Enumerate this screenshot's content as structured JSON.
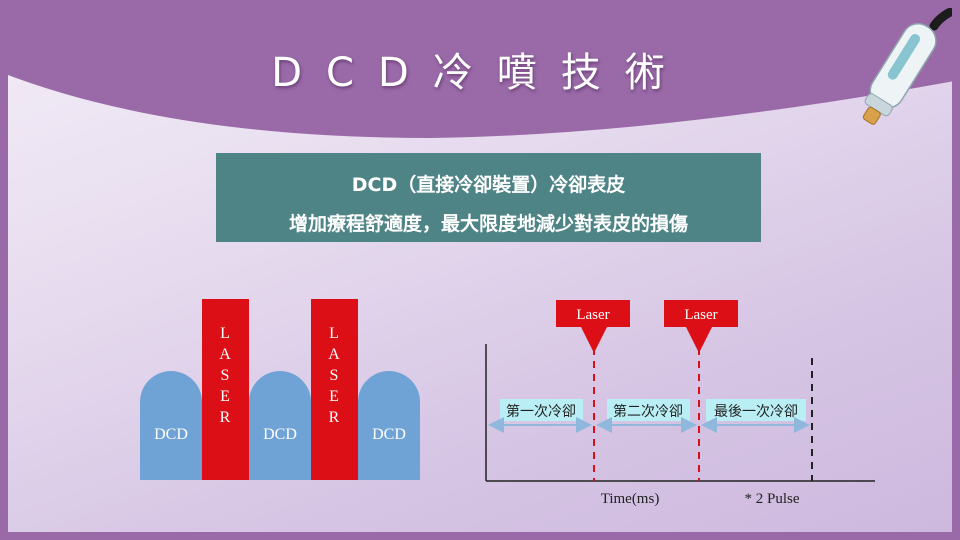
{
  "title": "DCD冷噴技術",
  "info_box": {
    "line1": "DCD（直接冷卻裝置）冷卻表皮",
    "line2": "增加療程舒適度，最大限度地減少對表皮的損傷"
  },
  "pulse_diagram": {
    "dcd_label": "DCD",
    "laser_label": "LASER",
    "dcd_color": "#6fa3d6",
    "laser_color": "#dd0f16"
  },
  "timing_diagram": {
    "laser_tag": "Laser",
    "phases": [
      "第一次冷卻",
      "第二次冷卻",
      "最後一次冷卻"
    ],
    "x_label": "Time(ms)",
    "note": "* 2 Pulse"
  },
  "colors": {
    "banner": "#9a6aa8",
    "info_box": "#4f8486",
    "laser": "#dd0f16",
    "dcd": "#6fa3d6",
    "phase_label_bg": "#b9eef5",
    "arrow": "#8fb8dc"
  }
}
